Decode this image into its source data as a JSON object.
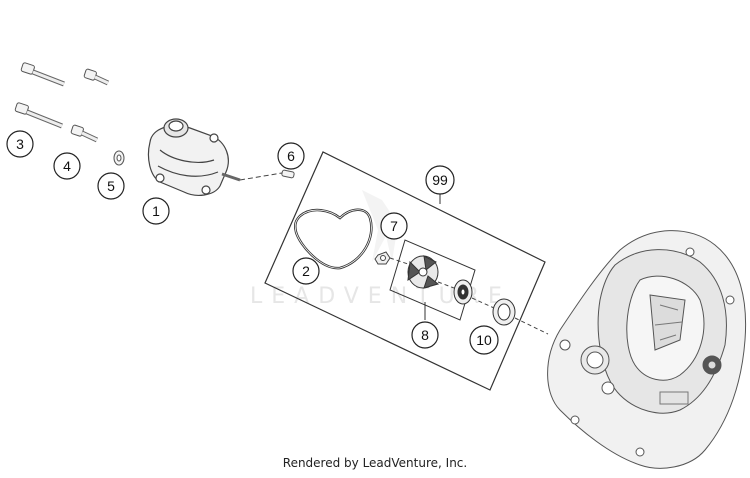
{
  "diagram": {
    "callouts": [
      {
        "id": "3",
        "label": "3"
      },
      {
        "id": "4",
        "label": "4"
      },
      {
        "id": "5",
        "label": "5"
      },
      {
        "id": "1",
        "label": "1"
      },
      {
        "id": "6",
        "label": "6"
      },
      {
        "id": "99",
        "label": "99"
      },
      {
        "id": "7",
        "label": "7"
      },
      {
        "id": "2",
        "label": "2"
      },
      {
        "id": "8",
        "label": "8"
      },
      {
        "id": "10",
        "label": "10"
      }
    ],
    "watermark": "LEADVENTURE",
    "footer": "Rendered by LeadVenture, Inc."
  }
}
